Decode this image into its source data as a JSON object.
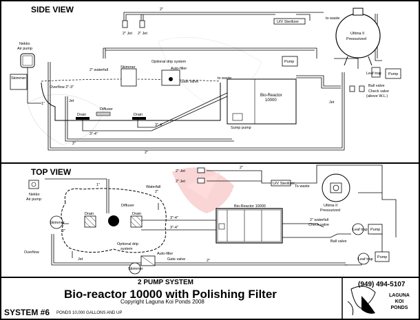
{
  "side_view": {
    "title": "SIDE VIEW",
    "labels": {
      "pipe_top": "2\"",
      "jet_a": "2\" Jet",
      "jet_b": "2\" Jet",
      "uv_sterilizer": "U/V Sterilizer",
      "to_waste_top": "to waste",
      "ultima": "Ultima II",
      "pressurized": "Pressurized",
      "nekko": "Nekko",
      "air_pump": "Air pump",
      "waterfall": "2\" waterfall",
      "skimmer_left": "Skimmer",
      "skimmer_mid": "Skimmer",
      "optional_drip": "Optional drip system",
      "auto_filler": "Auto-filler",
      "gate_valve": "Gate valve",
      "to_waste_mid": "to waste",
      "bio_reactor": "Bio-Reactor",
      "bio_reactor_num": "10000",
      "pump_top": "Pump",
      "pump_right": "Pump",
      "leaf_trap": "Leaf trap",
      "ball_valve": "Ball valve",
      "check_valve": "Check valve",
      "check_valve_note": "(above W.L.)",
      "overflow": "Overflow 2\"-3\"",
      "jet": "Jet",
      "diffuser": "Diffuser",
      "drain_left": "Drain",
      "drain_mid": "Drain",
      "sump_pump": "Sump pump",
      "pipe_34_a": "3\"-4\"",
      "pipe_34_b": "3\"-4\"",
      "pipe_1": "1\"",
      "pipe_2_a": "2\"",
      "pipe_2_b": "2\"",
      "jet_right": "Jet"
    }
  },
  "top_view": {
    "title": "TOP VIEW",
    "labels": {
      "jet_a": "2\" Jet",
      "jet_b": "2\" Jet",
      "pipe_2_top": "2\"",
      "uv_sterilizer": "U/V Sterilizer",
      "to_waste": "To waste",
      "nekko": "Nekko",
      "air_pump": "Air pump",
      "pipe_1": "1\"",
      "waterfall": "Waterfall",
      "waterfall_2": "2\"",
      "ultima": "Ultima II",
      "pressurized": "Pressurized",
      "waterfall_right": "2\" waterfall",
      "diffuser": "Diffuser",
      "drain_left": "Drain",
      "drain_right": "Drain",
      "skimmer_left": "Skimmer",
      "bio_reactor": "Bio-Reactor 10000",
      "pipe_34_a": "3\"-4\"",
      "pipe_34_b": "3\"-4\"",
      "check_valve": "Check valve",
      "leaf_trap_a": "Leaf trap",
      "leaf_trap_b": "Leaf trap",
      "pump_a": "Pump",
      "pump_b": "Pump",
      "ball_valve": "Ball valve",
      "pipe_2_left": "2\"",
      "pipe_2_bottom": "2\"",
      "overflow": "Overflow",
      "jet": "Jet",
      "optional_drip": "Optional drip",
      "system": "system",
      "auto_filler": "Auto-filler",
      "gate_valve": "Gate valve",
      "skimmer_bottom": "Skimmer"
    }
  },
  "footer": {
    "system_type": "2 PUMP SYSTEM",
    "main_title": "Bio-reactor 10000 with Polishing Filter",
    "copyright": "Copyright Laguna Koi Ponds 2008",
    "system_number": "SYSTEM #6",
    "system_note": "PONDS 10,000 GALLONS AND UP",
    "phone": "(949) 494-5107",
    "brand_line1": "LAGUNA",
    "brand_line2": "KOI",
    "brand_line3": "PONDS"
  }
}
